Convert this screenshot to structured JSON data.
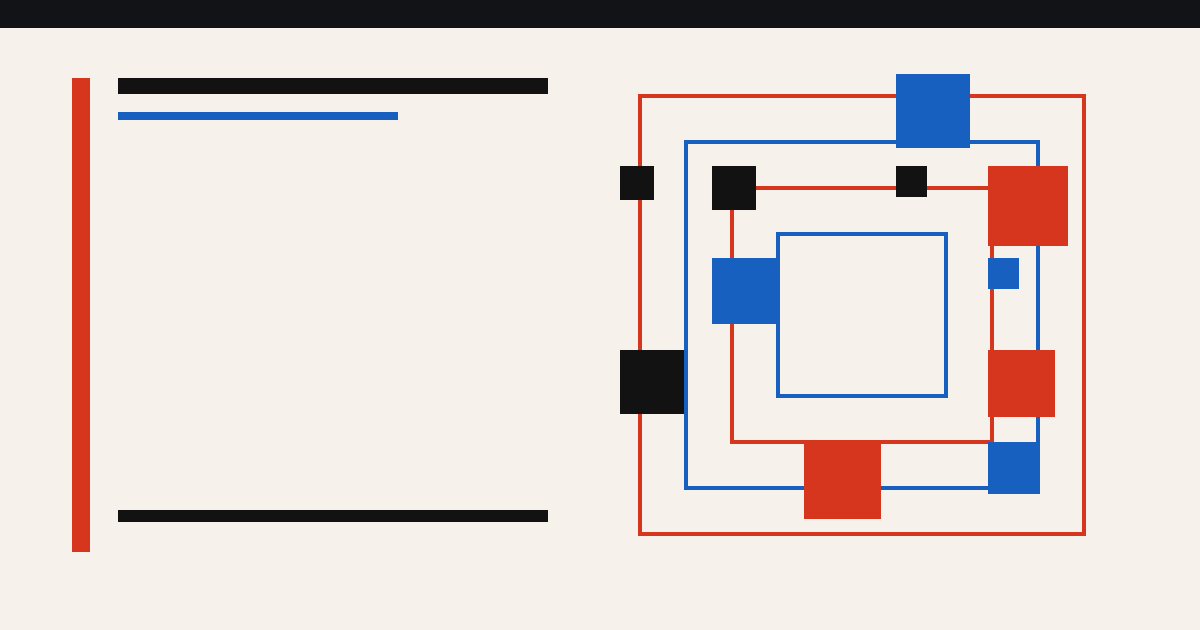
{
  "palette": {
    "background": "#f6f2eb",
    "top_bar": "#121316",
    "red": "#d6361e",
    "blue": "#1760c0",
    "black": "#121212"
  },
  "composition": {
    "style": "geometric abstract (De Stijl-like) with nested outlined squares and solid color blocks",
    "left_panel_text_placeholders": [
      {
        "role": "title-placeholder-bar",
        "color": "black"
      },
      {
        "role": "subtitle-placeholder-bar",
        "color": "blue"
      },
      {
        "role": "footer-placeholder-bar",
        "color": "black"
      }
    ],
    "nested_frames": [
      {
        "role": "outer-frame",
        "color": "red"
      },
      {
        "role": "second-frame",
        "color": "blue"
      },
      {
        "role": "third-frame",
        "color": "red"
      },
      {
        "role": "inner-frame",
        "color": "blue"
      }
    ],
    "blocks_count": 12
  }
}
